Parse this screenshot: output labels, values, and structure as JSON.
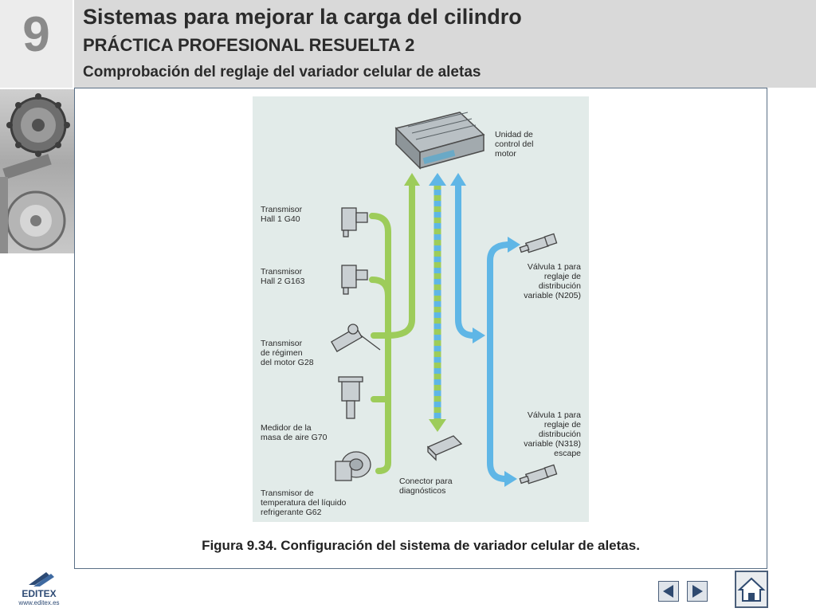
{
  "header": {
    "chapter_number": "9",
    "title": "Sistemas para mejorar la carga del cilindro",
    "subtitle": "PRÁCTICA PROFESIONAL RESUELTA 2",
    "section": "Comprobación del reglaje del variador celular de aletas"
  },
  "diagram": {
    "labels": {
      "ecu": "Unidad de\ncontrol del\nmotor",
      "hall1": "Transmisor\nHall 1 G40",
      "hall2": "Transmisor\nHall 2 G163",
      "rpm": "Transmisor\nde régimen\ndel motor G28",
      "maf": "Medidor de la\nmasa de aire G70",
      "coolant": "Transmisor de\ntemperatura del líquido\nrefrigerante G62",
      "diag": "Conector para\ndiagnósticos",
      "valve1": "Válvula 1 para\nreglaje de\ndistribución\nvariable (N205)",
      "valve2": "Válvula 1 para\nreglaje de\ndistribución\nvariable (N318)\nescape"
    },
    "colors": {
      "background": "#e2ebe9",
      "input_arrow": "#9dcc5a",
      "output_arrow": "#5fb6e6",
      "diag_arrow_blue": "#5fb6e6",
      "diag_arrow_green": "#9dcc5a"
    }
  },
  "caption": "Figura 9.34. Configuración del sistema de variador celular de aletas.",
  "footer": {
    "logo_text": "EDITEX",
    "logo_url": "www.editex.es",
    "prev_icon": "triangle-left-icon",
    "next_icon": "triangle-right-icon",
    "home_icon": "home-icon"
  }
}
